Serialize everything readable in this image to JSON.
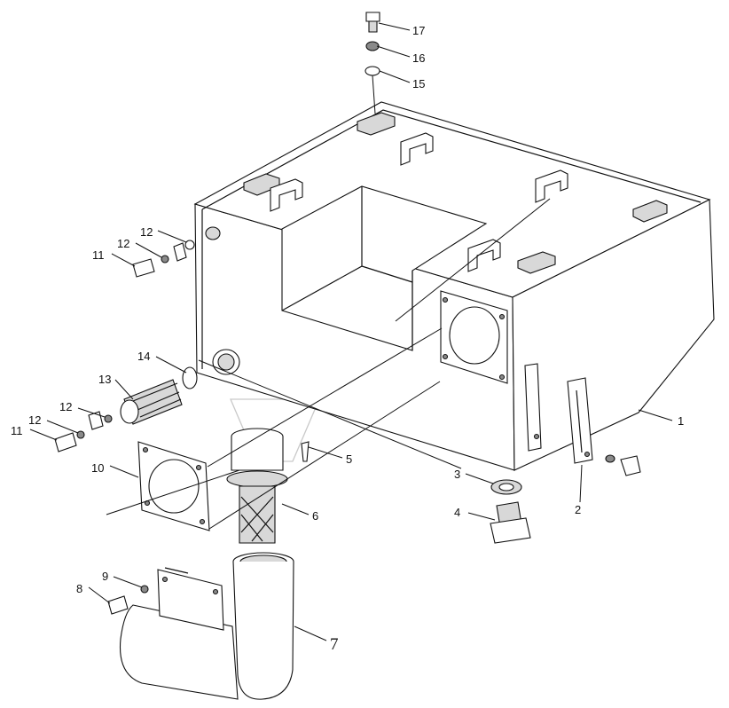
{
  "callouts": [
    {
      "id": "c1",
      "text": "1"
    },
    {
      "id": "c2",
      "text": "2"
    },
    {
      "id": "c3",
      "text": "3"
    },
    {
      "id": "c4",
      "text": "4"
    },
    {
      "id": "c5",
      "text": "5"
    },
    {
      "id": "c6",
      "text": "6"
    },
    {
      "id": "c7",
      "text": "7"
    },
    {
      "id": "c8",
      "text": "8"
    },
    {
      "id": "c9",
      "text": "9"
    },
    {
      "id": "c10",
      "text": "10"
    },
    {
      "id": "c11a",
      "text": "11"
    },
    {
      "id": "c11b",
      "text": "11"
    },
    {
      "id": "c12a",
      "text": "12"
    },
    {
      "id": "c12b",
      "text": "12"
    },
    {
      "id": "c12c",
      "text": "12"
    },
    {
      "id": "c13",
      "text": "13"
    },
    {
      "id": "c14",
      "text": "14"
    },
    {
      "id": "c15",
      "text": "15"
    },
    {
      "id": "c16",
      "text": "16"
    },
    {
      "id": "c17",
      "text": "17"
    }
  ]
}
